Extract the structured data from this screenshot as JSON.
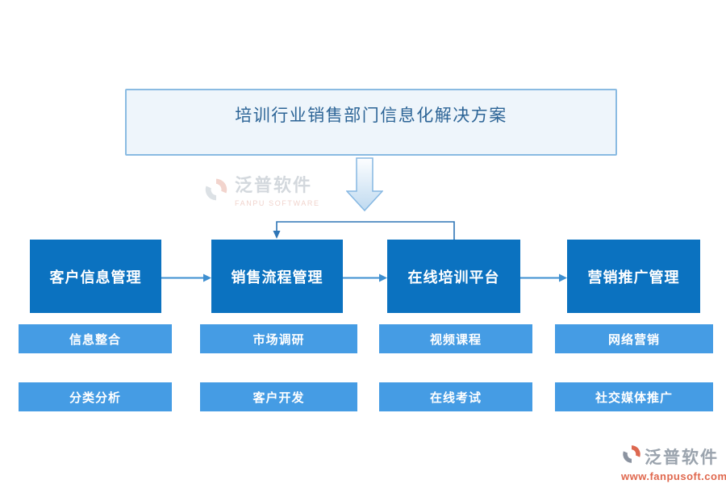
{
  "title": "培训行业销售部门信息化解决方案",
  "watermark": {
    "brand": "泛普软件",
    "subtitle": "FANPU SOFTWARE"
  },
  "diagram": {
    "columns": [
      {
        "main": "客户信息管理",
        "subs": [
          "信息整合",
          "分类分析"
        ]
      },
      {
        "main": "销售流程管理",
        "subs": [
          "市场调研",
          "客户开发"
        ]
      },
      {
        "main": "在线培训平台",
        "subs": [
          "视频课程",
          "在线考试"
        ]
      },
      {
        "main": "营销推广管理",
        "subs": [
          "网络营销",
          "社交媒体推广"
        ]
      }
    ]
  },
  "footer": {
    "brand": "泛普软件",
    "website": "www.fanpusoft.com"
  },
  "colors": {
    "primary_box": "#0b72c0",
    "secondary_box": "#459ce4",
    "connector": "#2e75b6",
    "title_text": "#2c6496",
    "title_box_bg": "#eef5fb",
    "title_box_border": "#8abbe2",
    "brand_gray": "#9aa3ad",
    "brand_orange": "#e0684e"
  }
}
